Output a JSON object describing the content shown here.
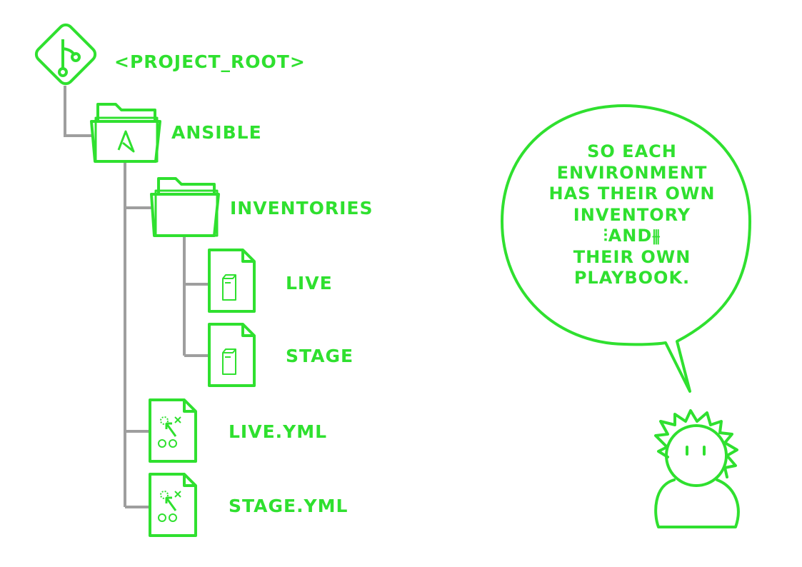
{
  "tree": {
    "root_label": "<PROJECT_ROOT>",
    "nodes": [
      {
        "label": "ANSIBLE",
        "icon": "ansible-folder-icon"
      },
      {
        "label": "INVENTORIES",
        "icon": "folder-icon"
      },
      {
        "label": "LIVE",
        "icon": "server-file-icon"
      },
      {
        "label": "STAGE",
        "icon": "server-file-icon"
      },
      {
        "label": "LIVE.YML",
        "icon": "playbook-file-icon"
      },
      {
        "label": "STAGE.YML",
        "icon": "playbook-file-icon"
      }
    ]
  },
  "speech": {
    "lines": [
      "SO EACH",
      "ENVIRONMENT",
      "HAS THEIR OWN",
      "INVENTORY",
      "⫶AND⫵",
      "THEIR OWN",
      "PLAYBOOK."
    ]
  },
  "colors": {
    "accent": "#2fe02f",
    "connector": "#9e9e9e",
    "background": "#ffffff"
  }
}
